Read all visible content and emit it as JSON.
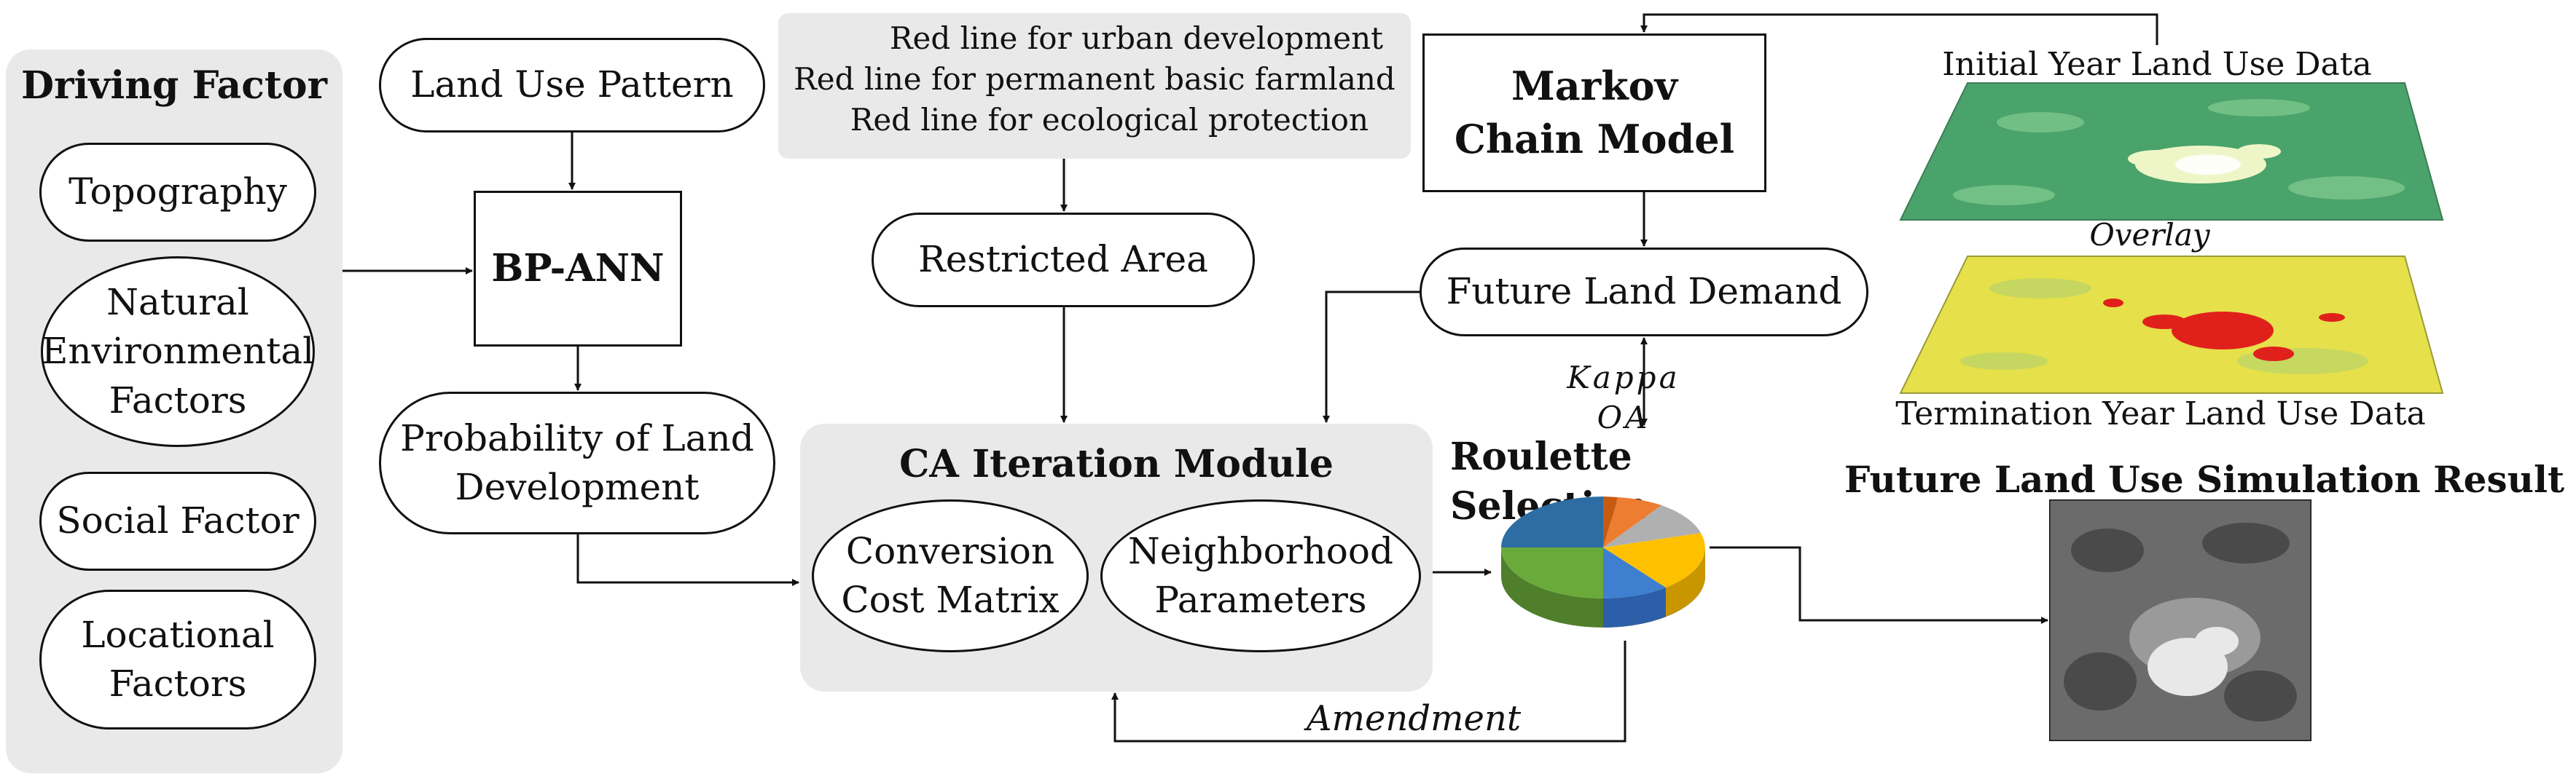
{
  "driving": {
    "title": "Driving Factor",
    "items": [
      "Topography",
      "Natural Environmental Factors",
      "Social Factor",
      "Locational Factors"
    ]
  },
  "land_use_pattern": "Land Use Pattern",
  "bp_ann": "BP-ANN",
  "probability": "Probability of Land Development",
  "red_lines": [
    "Red line for urban development",
    "Red line for permanent basic farmland",
    "Red line for ecological protection"
  ],
  "restricted_area": "Restricted Area",
  "ca_module": {
    "title": "CA Iteration Module",
    "conversion": "Conversion Cost Matrix",
    "neighborhood": "Neighborhood Parameters"
  },
  "markov": "Markov Chain Model",
  "future_demand": "Future Land Demand",
  "kappa_oa": "Kappa OA",
  "roulette": "Roulette Selection",
  "amendment": "Amendment",
  "initial_year": "Initial Year Land Use Data",
  "overlay": "Overlay",
  "termination_year": "Termination Year Land Use Data",
  "result": "Future Land Use Simulation Result",
  "colors": {
    "panel": "#e9e9e9",
    "pie": [
      "#2e6da4",
      "#6aaa3a",
      "#3f7fd0",
      "#ffc000",
      "#b0b0b0",
      "#ed7d31",
      "#c55a11"
    ],
    "initial_map": "#4aa36a",
    "termination_map": "#e6e04a",
    "result_map": "#6b6b6b"
  }
}
